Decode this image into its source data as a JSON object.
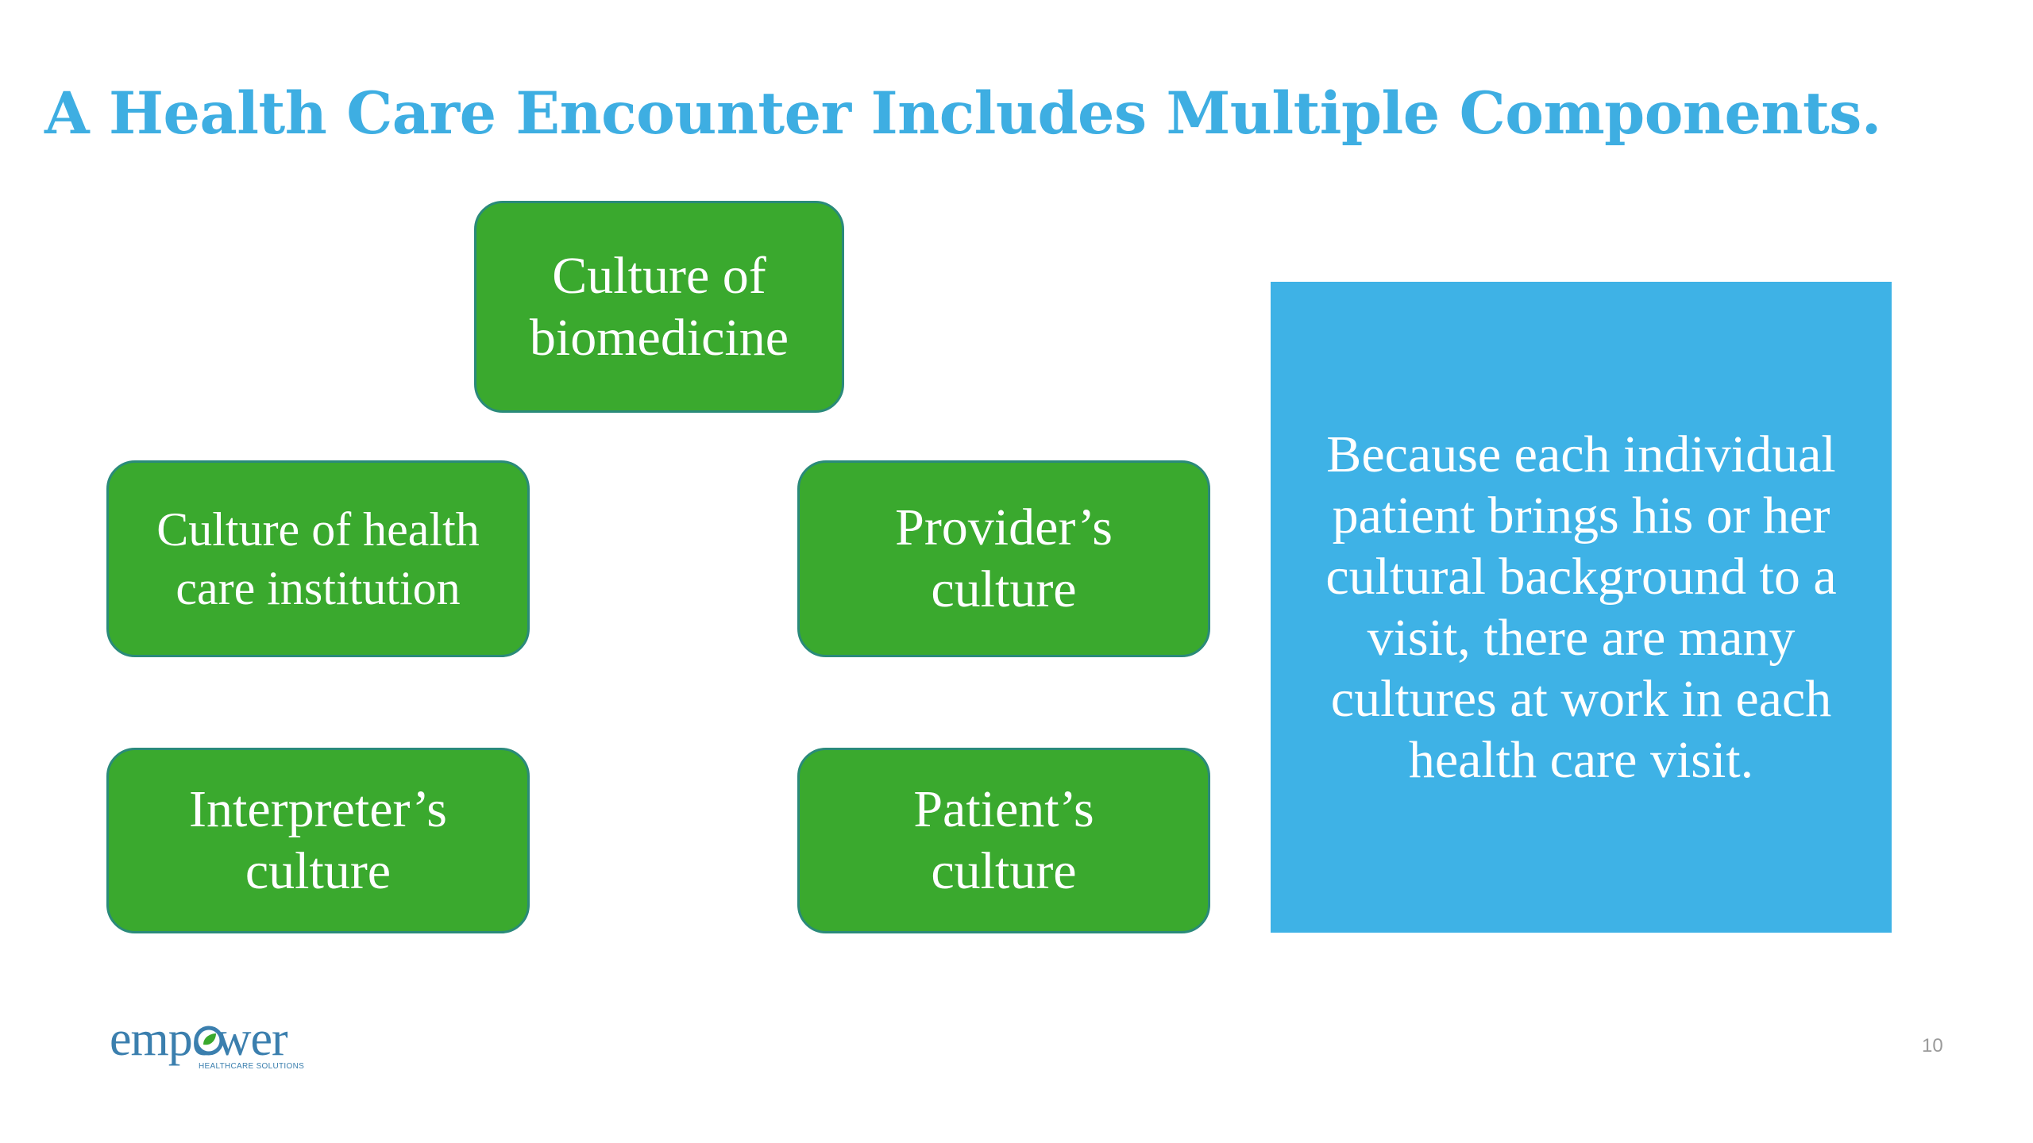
{
  "slide": {
    "title": "A Health Care Encounter Includes Multiple Components.",
    "boxes": {
      "biomedicine": "Culture of\nbiomedicine",
      "institution": "Culture of health\ncare institution",
      "provider": "Provider’s\nculture",
      "interpreter": "Interpreter’s\nculture",
      "patient": "Patient’s\nculture"
    },
    "info_text": "Because each individual patient brings his or her cultural background to a visit, there are many cultures at work in each health care visit.",
    "logo": {
      "word": "empower",
      "tagline": "HEALTHCARE SOLUTIONS",
      "icon": "leaf-o-icon"
    },
    "page_number": "10"
  },
  "colors": {
    "title": "#3eaee2",
    "box_fill": "#3aa92e",
    "info_fill": "#3eb2e6",
    "logo": "#3b7fae"
  }
}
